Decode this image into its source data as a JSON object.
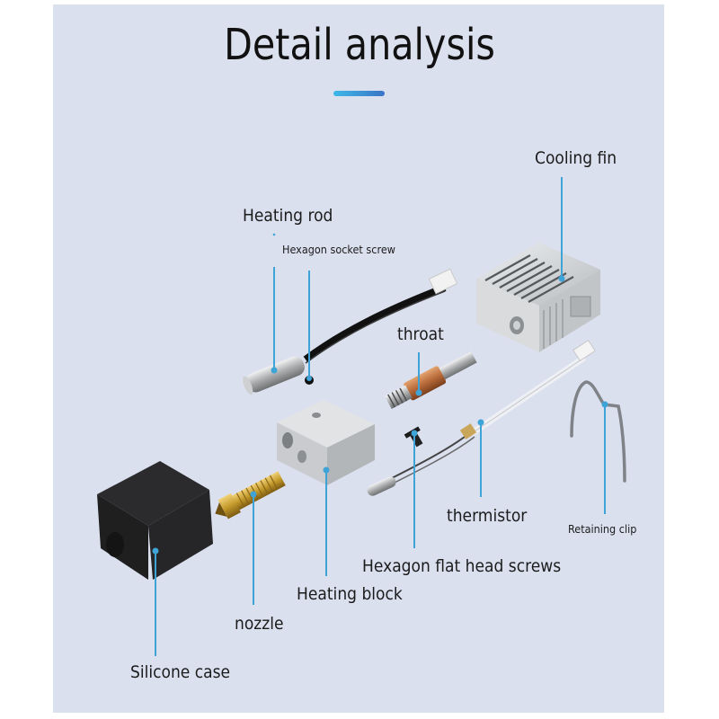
{
  "title": "Detail analysis",
  "accent_color": "#3aa6dc",
  "leader_color": "#3ea4d8",
  "background_color": "#dbe0ef",
  "labels": {
    "cooling_fin": "Cooling fin",
    "heating_rod": "Heating rod",
    "hexagon_socket_screw": "Hexagon socket screw",
    "throat": "throat",
    "thermistor": "thermistor",
    "retaining_clip": "Retaining clip",
    "hexagon_flat_head_screws": "Hexagon flat head screws",
    "heating_block": "Heating block",
    "nozzle": "nozzle",
    "silicone_case": "Silicone case"
  },
  "parts": [
    {
      "id": "cooling-fin",
      "icon": "cooling-fin-icon"
    },
    {
      "id": "heating-rod",
      "icon": "heating-rod-icon"
    },
    {
      "id": "hexagon-socket-screw",
      "icon": "socket-screw-icon"
    },
    {
      "id": "throat",
      "icon": "throat-icon"
    },
    {
      "id": "thermistor",
      "icon": "thermistor-icon"
    },
    {
      "id": "retaining-clip",
      "icon": "clip-icon"
    },
    {
      "id": "hexagon-flat-head-screws",
      "icon": "flat-screw-icon"
    },
    {
      "id": "heating-block",
      "icon": "heating-block-icon"
    },
    {
      "id": "nozzle",
      "icon": "nozzle-icon"
    },
    {
      "id": "silicone-case",
      "icon": "silicone-case-icon"
    }
  ]
}
